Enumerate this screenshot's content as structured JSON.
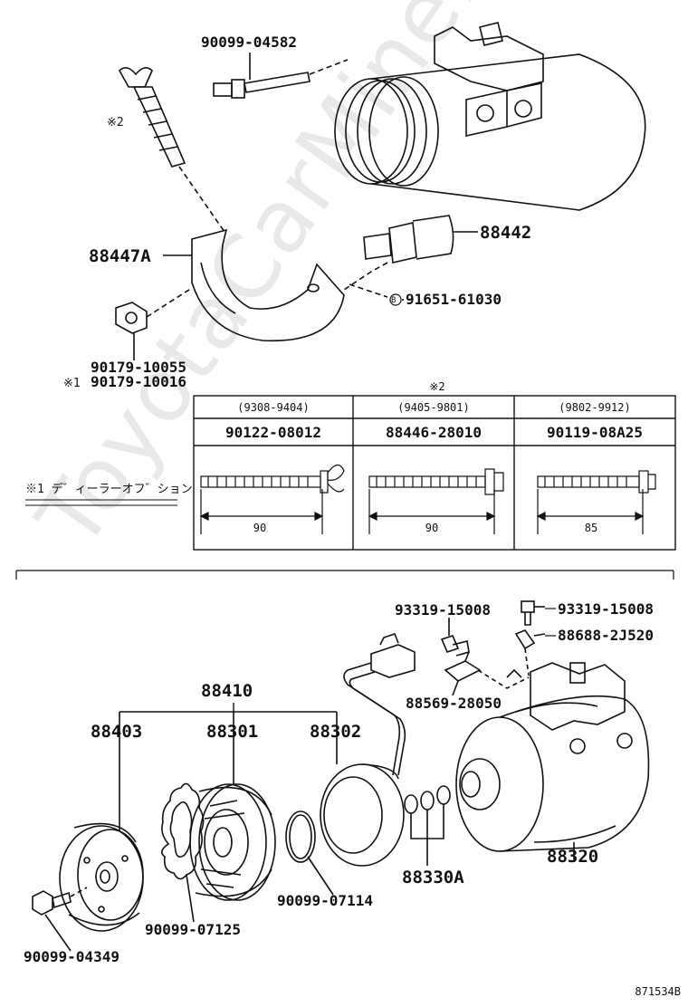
{
  "labels": {
    "bolt_top": "90099-04582",
    "note2_mark": "※2",
    "bracket": "88447A",
    "switch": "88442",
    "b_ref": "B",
    "bolt_b": "91651-61030",
    "nut1": "90179-10055",
    "nut2_mark": "※1",
    "nut2": "90179-10016",
    "table_mark": "※2",
    "note1": "※1 デ゛ィーラーオフ゛ション",
    "p93319a": "93319-15008",
    "p93319b": "93319-15008",
    "p88688": "88688-2J520",
    "p88569": "88569-28050",
    "p88410": "88410",
    "p88403": "88403",
    "p88301": "88301",
    "p88302": "88302",
    "p88320": "88320",
    "p88330": "88330A",
    "p07114": "90099-07114",
    "p07125": "90099-07125",
    "p04349": "90099-04349",
    "figure_no": "871534B",
    "watermark": "ToyotaCarMine.ru"
  },
  "table": {
    "columns": [
      {
        "period": "(9308-9404)",
        "part": "90122-08012",
        "length": "90"
      },
      {
        "period": "(9405-9801)",
        "part": "88446-28010",
        "length": "90"
      },
      {
        "period": "(9802-9912)",
        "part": "90119-08A25",
        "length": "85"
      }
    ]
  },
  "colors": {
    "line": "#111111",
    "watermark": "#cfcfcf"
  }
}
